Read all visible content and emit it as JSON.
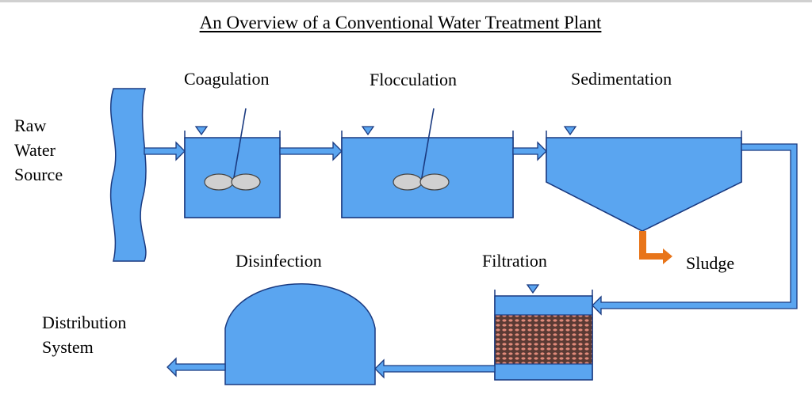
{
  "title": "An Overview of a Conventional Water Treatment Plant",
  "labels": {
    "raw_water_source": [
      "Raw",
      "Water",
      "Source"
    ],
    "coagulation": "Coagulation",
    "flocculation": "Flocculation",
    "sedimentation": "Sedimentation",
    "disinfection": "Disinfection",
    "filtration": "Filtration",
    "sludge": "Sludge",
    "distribution_system": [
      "Distribution",
      "System"
    ]
  },
  "colors": {
    "water": "#5aa5f0",
    "water_outline": "#1a3a80",
    "sludge_arrow": "#e8751a",
    "paddle": "#d0d0d0",
    "filter_media": "#5a3a34",
    "filter_dots": "#e08a7a"
  }
}
